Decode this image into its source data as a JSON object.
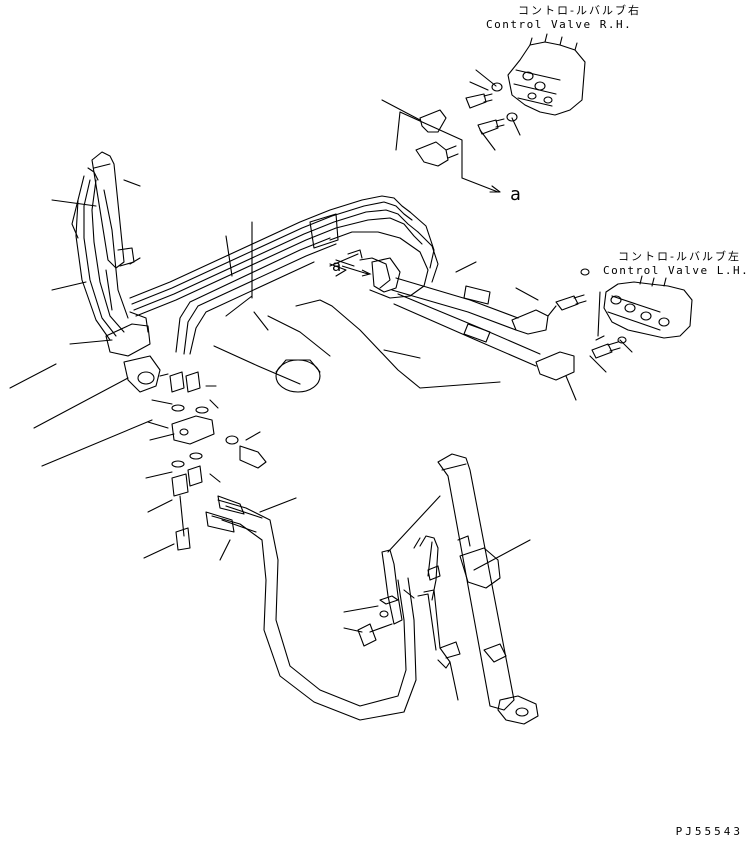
{
  "valve_rh": {
    "title_jp": "コントロ-ルバルブ右",
    "title_en": "Control Valve R.H."
  },
  "valve_lh": {
    "title_jp": "コントロ-ルバルブ左",
    "title_en": "Control Valve L.H."
  },
  "callouts": {
    "upper_arrow": "a",
    "middle_arrow": "a"
  },
  "figure_code": "PJ55543",
  "colors": {
    "line": "#000000",
    "background": "#ffffff"
  }
}
